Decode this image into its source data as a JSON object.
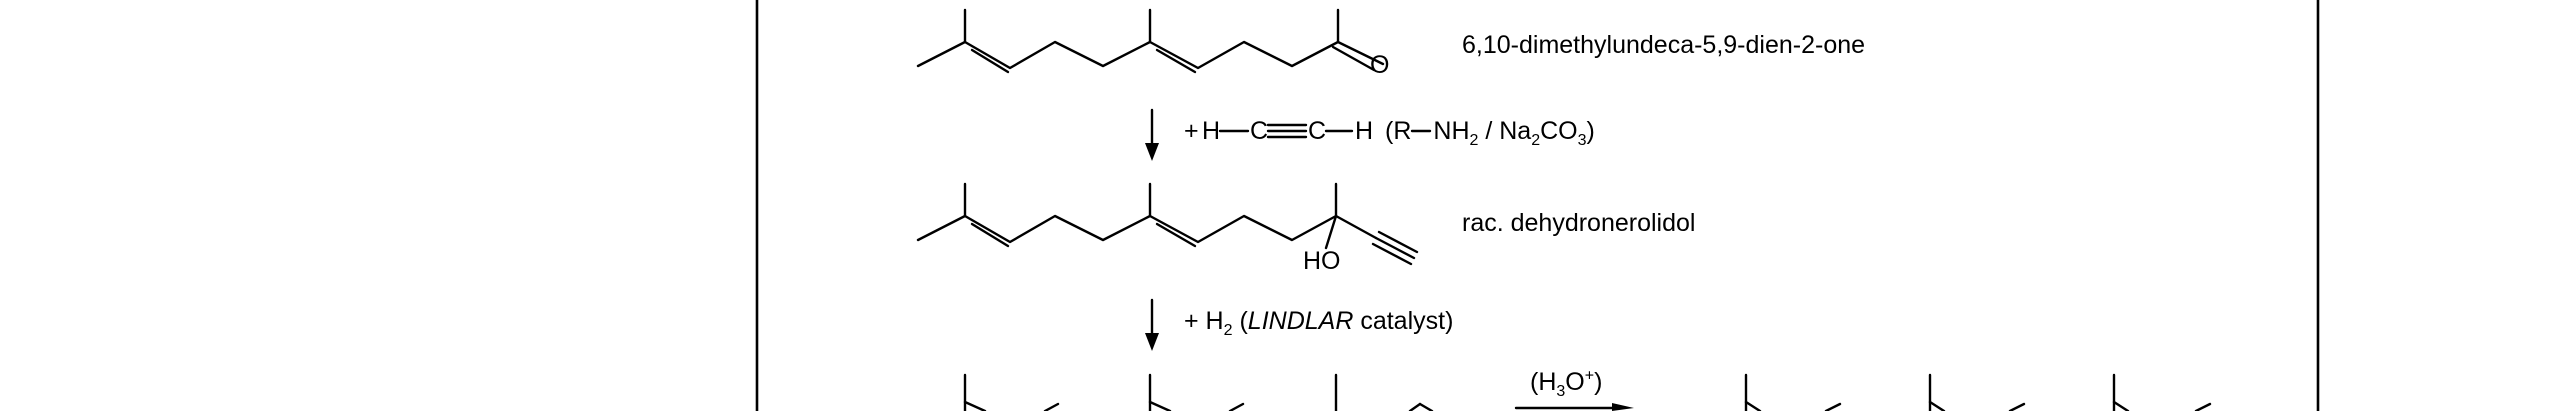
{
  "compounds": {
    "ketone_name": "6,10-dimethylundeca-5,9-dien-2-one",
    "alcohol_name": "rac. dehydronerolidol",
    "carbonyl_atom": "O",
    "hydroxyl_atom": "HO"
  },
  "steps": {
    "step1": {
      "plus": "+",
      "reagent_left": "H",
      "reagent_right": "H",
      "conditions_prefix": "(R",
      "conditions_amine": "NH",
      "conditions_sub_1": "2",
      "conditions_mid": " / Na",
      "conditions_sub_2": "2",
      "conditions_co": "CO",
      "conditions_sub_3": "3",
      "conditions_close": ")"
    },
    "step2": {
      "plus": "+ H",
      "h_sub": "2",
      "paren_open": " (",
      "catalyst": "LINDLAR",
      "catalyst_suffix": " catalyst)"
    },
    "step3": {
      "acid_open": "(H",
      "acid_sub": "3",
      "acid_o": "O",
      "acid_sup": "+",
      "acid_close": ")"
    }
  }
}
